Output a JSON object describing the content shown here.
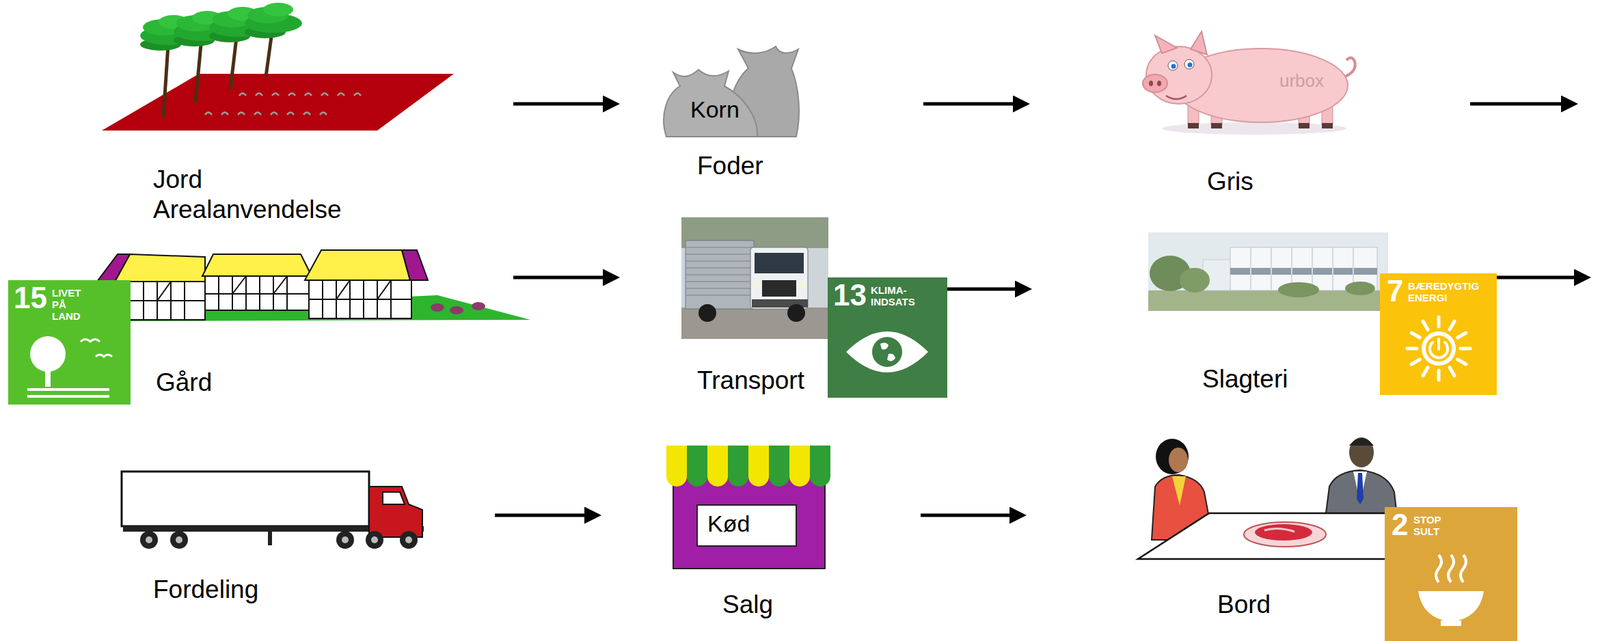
{
  "diagram": {
    "nodes": [
      {
        "text": [
          "Jord Arealanvendelse"
        ]
      },
      {
        "text": [
          "Korn",
          "Foder"
        ]
      },
      {
        "text": [
          "Gris"
        ]
      },
      {
        "text": [
          "Gård"
        ]
      },
      {
        "text": [
          "Transport"
        ]
      },
      {
        "text": [
          "Slagteri"
        ]
      },
      {
        "text": [
          "Fordeling"
        ]
      },
      {
        "text": [
          "Kød",
          "Salg"
        ]
      },
      {
        "text": [
          "Bord"
        ]
      }
    ],
    "edges": [
      {
        "from": 0,
        "to": 1,
        "arrow": "to"
      },
      {
        "from": 1,
        "to": 2,
        "arrow": "to"
      },
      {
        "from": 3,
        "to": 4,
        "arrow": "to"
      },
      {
        "from": 4,
        "to": 5,
        "arrow": "to"
      },
      {
        "from": 6,
        "to": 7,
        "arrow": "to"
      },
      {
        "from": 7,
        "to": 8,
        "arrow": "to"
      }
    ],
    "labels": [
      "urbox",
      "15",
      "LIVET PÅ LAND",
      "13",
      "KLIMA- INDSATS",
      "7",
      "BÆREDYGTIG ENERGI",
      "2",
      "STOP SULT"
    ]
  }
}
